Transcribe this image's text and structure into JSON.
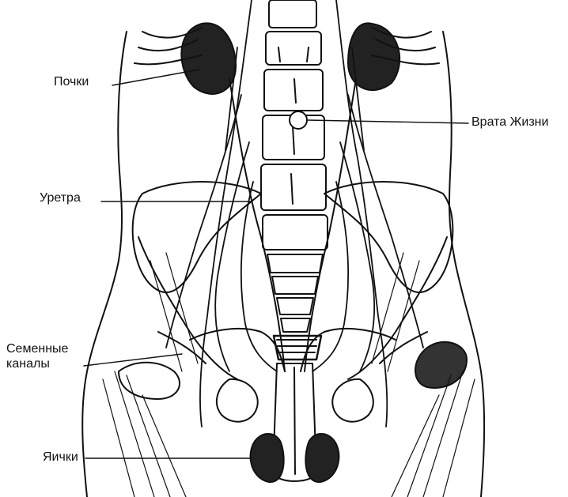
{
  "labels": {
    "kidneys": "Почки",
    "gate_of_life": "Врата Жизни",
    "urethra": "Уретра",
    "seminal_ducts_line1": "Семенные",
    "seminal_ducts_line2": "каналы",
    "testicles": "Яички"
  },
  "colors": {
    "ink": "#111111",
    "paper": "#ffffff"
  }
}
